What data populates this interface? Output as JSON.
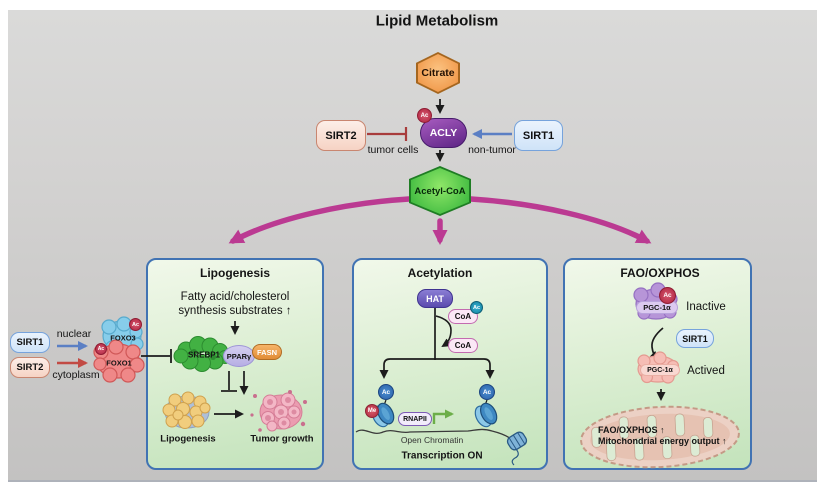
{
  "title": "Lipid Metabolism",
  "top": {
    "citrate": "Citrate",
    "acly": "ACLY",
    "acly_ac_badge": "Ac",
    "sirt2": "SIRT2",
    "sirt1": "SIRT1",
    "tumor_cells_label": "tumor cells",
    "non_tumor_label": "non-tumor",
    "acetyl_coa": "Acetyl-CoA"
  },
  "left_group": {
    "sirt1": "SIRT1",
    "sirt2": "SIRT2",
    "nuclear_label": "nuclear",
    "cytoplasm_label": "cytoplasm",
    "foxo3": "FOXO3",
    "foxo3_ac_badge": "Ac",
    "foxo1": "FOXO1",
    "foxo1_ac_badge": "Ac"
  },
  "panels": {
    "lipogenesis": {
      "title": "Lipogenesis",
      "substrates_line1": "Fatty acid/cholesterol",
      "substrates_line2": "synthesis substrates ↑",
      "srebp1": "SREBP1",
      "ppar_gamma": "PPARγ",
      "fasn": "FASN",
      "lipogenesis_label": "Lipogenesis",
      "tumor_growth_label": "Tumor growth"
    },
    "acetylation": {
      "title": "Acetylation",
      "hat": "HAT",
      "coa_acetylated": "CoA",
      "coa_ac_badge": "Ac",
      "coa_free": "CoA",
      "left_ac_badge": "Ac",
      "me_badge": "Me",
      "right_ac_badge": "Ac",
      "rnapii": "RNAPII",
      "open_chromatin_label": "Open Chromatin",
      "transcription_on_label": "Transcription ON"
    },
    "fao_oxphos": {
      "title": "FAO/OXPHOS",
      "pgc1a_inactive": "PGC-1α",
      "pgc1a_ac_badge": "Ac",
      "inactive_label": "Inactive",
      "sirt1": "SIRT1",
      "pgc1a_active": "PGC-1α",
      "actived_label": "Actived",
      "mito_line1": "FAO/OXPHOS ↑",
      "mito_line2": "Mitochondrial energy output ↑"
    }
  },
  "colors": {
    "magenta_arrow": "#bb3a92",
    "panel_border": "#4173b3",
    "panel_green": "#d8eccf",
    "citrate_orange": "#ee8e3c",
    "acetyl_coa_green": "#3cb83e",
    "acly_purple": "#6b2f92",
    "sirt1_blue_fill": "#d8e8fa",
    "sirt1_blue_border": "#76a3dc",
    "sirt2_pink_fill": "#f8dcd0",
    "sirt2_pink_border": "#c98670",
    "ac_badge_red": "#b5293f",
    "ac_badge_teal": "#1f96b4",
    "me_badge_red": "#c43a4e",
    "inhibit_red": "#a83c3c",
    "activate_blue": "#5b7fc4",
    "green_arrow": "#6cae49",
    "background_gray": "#cecdcc"
  }
}
